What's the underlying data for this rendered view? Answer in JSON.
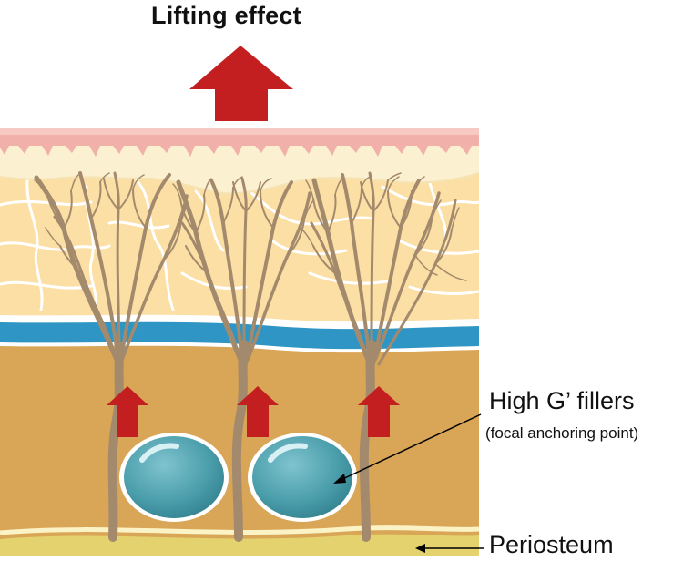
{
  "title": "Lifting effect",
  "labels": {
    "filler_main": "High G’ fillers",
    "filler_sub": "(focal anchoring point)",
    "periosteum": "Periosteum"
  },
  "colors": {
    "arrow_red": "#c41f20",
    "epidermis_pink": "#f1b1aa",
    "dermis_cream": "#fbf0d0",
    "fat_light": "#fbdfa4",
    "fat_lines": "#ffffff",
    "smas_blue": "#2f95c4",
    "deep_fat": "#d9a556",
    "ligament_brown": "#a48a6c",
    "filler_teal": "#4b9eab",
    "periosteum_yellow": "#e3d26d"
  }
}
